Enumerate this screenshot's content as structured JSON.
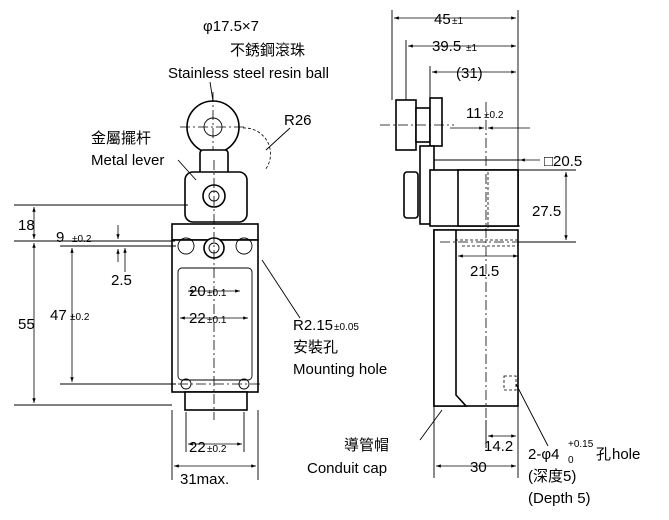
{
  "ball_label": {
    "size": "φ17.5×7",
    "cn": "不銹鋼滾珠",
    "en": "Stainless steel resin ball"
  },
  "lever_label": {
    "cn": "金屬擺杆",
    "en": "Metal lever"
  },
  "radius_label": "R26",
  "mounting_label": {
    "radius": "R2.15",
    "tol": "±0.05",
    "cn": "安裝孔",
    "en": "Mounting hole"
  },
  "front_dims": {
    "d18": "18",
    "d9": "9",
    "d9_tol": "±0.2",
    "d2_5": "2.5",
    "d55": "55",
    "d47": "47",
    "d47_tol": "±0.2",
    "d20": "20",
    "d20_tol": "±0.1",
    "d22_inner": "22",
    "d22_inner_tol": "±0.1",
    "d22_bottom": "22",
    "d22_bottom_tol": "±0.2",
    "d31": "31max."
  },
  "side_dims": {
    "d45": "45",
    "d45_tol": "±1",
    "d39_5": "39.5",
    "d39_5_tol": "±1",
    "d31": "(31)",
    "d11": "11",
    "d11_tol": "±0.2",
    "d20_5": "□20.5",
    "d27_5": "27.5",
    "d21_5": "21.5",
    "d14_2": "14.2",
    "d30": "30"
  },
  "conduit_label": {
    "cn": "導管帽",
    "en": "Conduit cap"
  },
  "hole_label": {
    "spec": "2-φ4",
    "tol_upper": "+0.15",
    "tol_lower": "0",
    "cn_suffix": "孔",
    "en_suffix": "hole",
    "depth_cn": "(深度5)",
    "depth_en": "(Depth 5)"
  }
}
